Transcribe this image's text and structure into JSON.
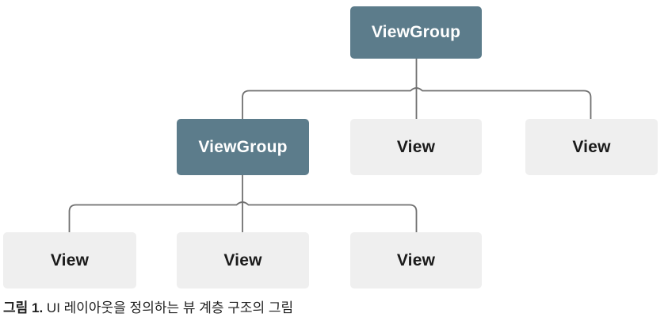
{
  "diagram": {
    "title": "view-hierarchy-tree",
    "colors": {
      "viewgroup_fill": "#5C7C8B",
      "viewgroup_text": "#FFFFFF",
      "view_fill": "#EFEFEF",
      "view_text": "#1B1B1B",
      "connector_line": "#707070",
      "background": "#FFFFFF"
    },
    "nodes": [
      {
        "id": "root-viewgroup",
        "label": "ViewGroup",
        "type": "viewgroup",
        "level": 1
      },
      {
        "id": "child-viewgroup",
        "label": "ViewGroup",
        "type": "viewgroup",
        "level": 2
      },
      {
        "id": "child-view-1",
        "label": "View",
        "type": "view",
        "level": 2
      },
      {
        "id": "child-view-2",
        "label": "View",
        "type": "view",
        "level": 2
      },
      {
        "id": "grandchild-view-1",
        "label": "View",
        "type": "view",
        "level": 3
      },
      {
        "id": "grandchild-view-2",
        "label": "View",
        "type": "view",
        "level": 3
      },
      {
        "id": "grandchild-view-3",
        "label": "View",
        "type": "view",
        "level": 3
      }
    ],
    "edges": [
      {
        "from": "root-viewgroup",
        "to": "child-viewgroup"
      },
      {
        "from": "root-viewgroup",
        "to": "child-view-1"
      },
      {
        "from": "root-viewgroup",
        "to": "child-view-2"
      },
      {
        "from": "child-viewgroup",
        "to": "grandchild-view-1"
      },
      {
        "from": "child-viewgroup",
        "to": "grandchild-view-2"
      },
      {
        "from": "child-viewgroup",
        "to": "grandchild-view-3"
      }
    ],
    "caption": {
      "prefix": "그림 1.",
      "rest": " UI 레이아웃을 정의하는 뷰 계층 구조의 그림"
    }
  }
}
